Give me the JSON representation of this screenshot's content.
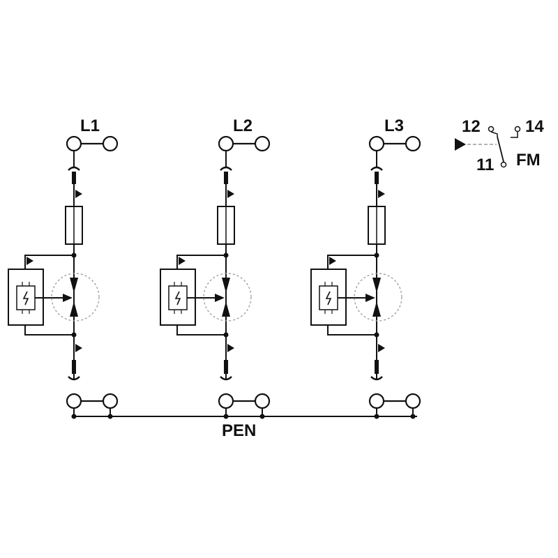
{
  "labels": {
    "l1": "L1",
    "l2": "L2",
    "l3": "L3",
    "pen": "PEN",
    "fm": "FM",
    "t11": "11",
    "t12": "12",
    "t14": "14"
  },
  "colors": {
    "line": "#111111",
    "dashed": "#999999",
    "background": "#ffffff"
  }
}
